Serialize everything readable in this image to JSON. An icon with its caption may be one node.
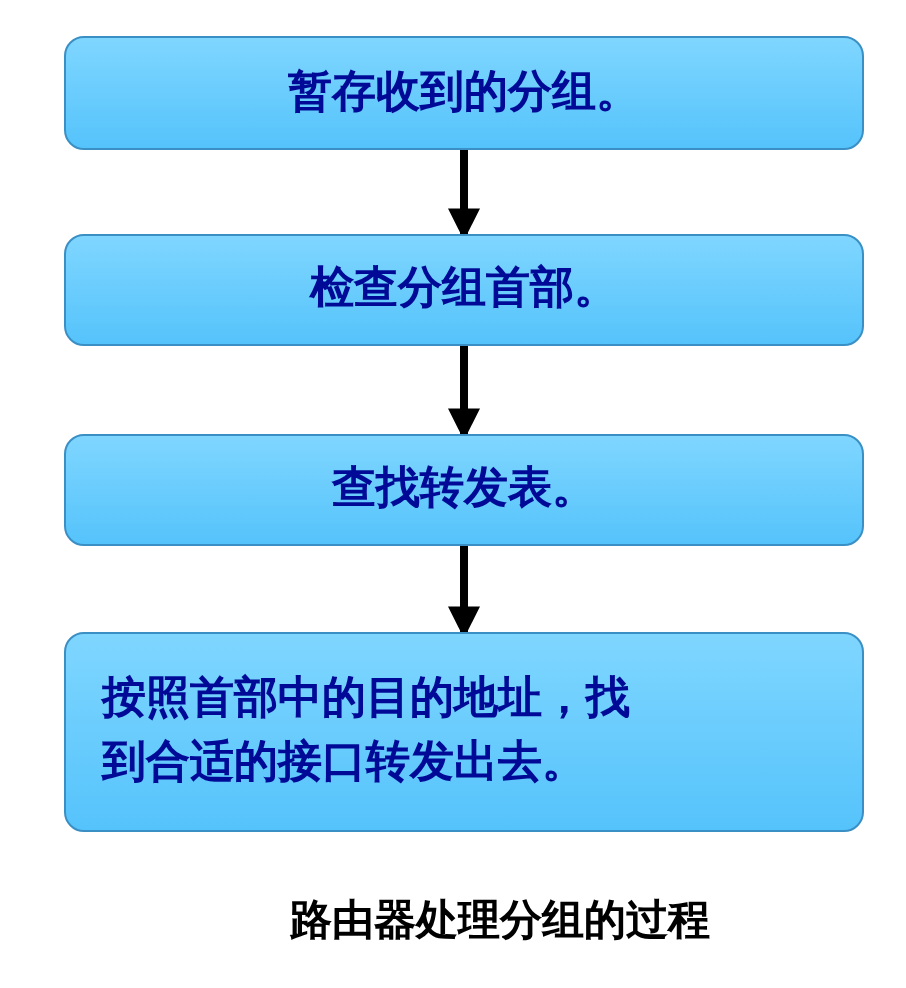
{
  "diagram": {
    "caption": "路由器处理分组的过程",
    "nodes": [
      {
        "text": [
          "暂存收到的分组。"
        ]
      },
      {
        "text": [
          "检查分组首部。"
        ]
      },
      {
        "text": [
          "查找转发表。"
        ]
      },
      {
        "text": [
          "按照首部中的目的地址，找到合适的接口转发出去。"
        ]
      }
    ],
    "edges": [
      {
        "from": 0,
        "to": 1,
        "arrow": "to"
      },
      {
        "from": 1,
        "to": 2,
        "arrow": "to"
      },
      {
        "from": 2,
        "to": 3,
        "arrow": "to"
      }
    ]
  }
}
